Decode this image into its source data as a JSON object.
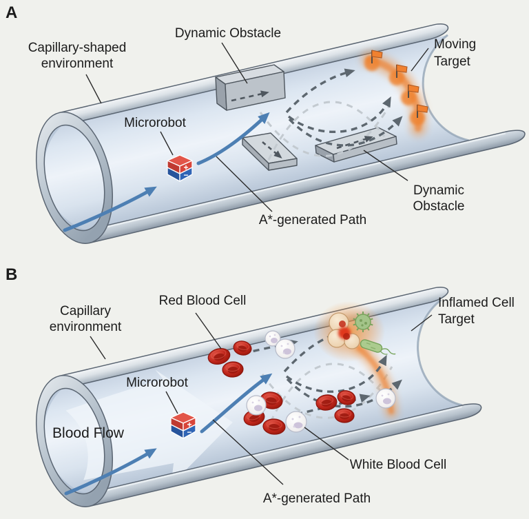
{
  "panel_a": {
    "letter": "A",
    "labels": {
      "capillary_environment": "Capillary-shaped\nenvironment",
      "dynamic_obstacle_top": "Dynamic Obstacle",
      "microrobot": "Microrobot",
      "moving_target": "Moving\nTarget",
      "dynamic_obstacle_bottom": "Dynamic Obstacle",
      "astar_path": "A*-generated Path"
    },
    "microrobot_magnet": {
      "north": "+",
      "south": "−"
    }
  },
  "panel_b": {
    "letter": "B",
    "labels": {
      "capillary_environment": "Capillary\nenvironment",
      "red_blood_cell": "Red Blood Cell",
      "microrobot": "Microrobot",
      "inflamed_cell_target": "Inflamed Cell\nTarget",
      "blood_flow": "Blood Flow",
      "white_blood_cell": "White Blood Cell",
      "astar_path": "A*-generated Path"
    },
    "microrobot_magnet": {
      "north": "+",
      "south": "−"
    }
  },
  "colors": {
    "background": "#f0f1ed",
    "tube_wall": "#b7c2cc",
    "tube_interior": "#e3ebf4",
    "path_blue": "#4d7fb3",
    "dashed_path_gray": "#5d676f",
    "faded_path_gray": "#c3cad0",
    "target_glow_orange": "#ee7d2c",
    "microrobot_red": "#d8453a",
    "microrobot_blue": "#2f64b5",
    "red_blood_cell": "#c6291e",
    "white_blood_cell": "#f3f2f6",
    "microbe_green": "#a3c489"
  }
}
